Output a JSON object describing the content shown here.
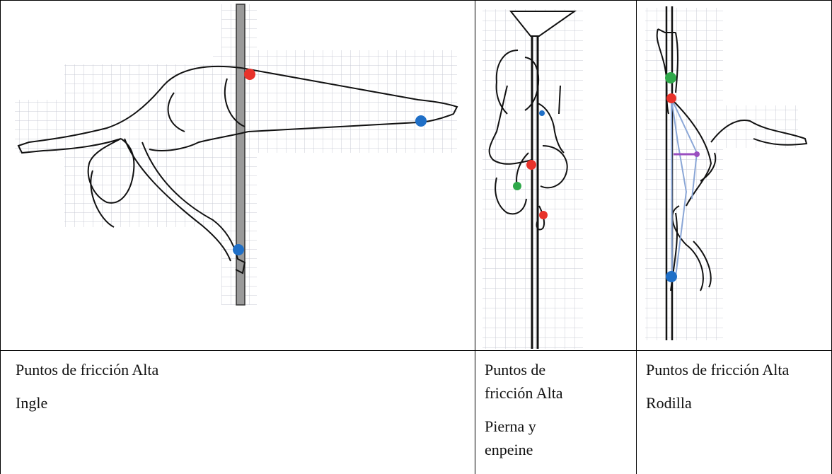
{
  "cells": [
    {
      "caption": "Puntos de fricción Alta",
      "area": "Ingle"
    },
    {
      "caption": "Puntos de fricción Alta",
      "area": "Pierna y enpeine"
    },
    {
      "caption": "Puntos de fricción Alta",
      "area": "Rodilla"
    }
  ],
  "marker_colors": {
    "red": "#e8322a",
    "blue": "#1f6fc7",
    "green": "#2fa84a",
    "purple": "#9a4fc0"
  }
}
